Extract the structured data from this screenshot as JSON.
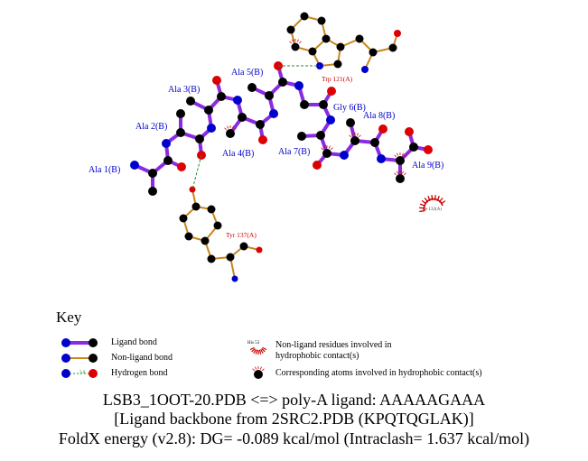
{
  "residues": {
    "ligand": [
      "Ala 1(B)",
      "Ala 2(B)",
      "Ala 3(B)",
      "Ala 4(B)",
      "Ala 5(B)",
      "Gly 6(B)",
      "Ala 7(B)",
      "Ala 8(B)",
      "Ala 9(B)"
    ],
    "protein": [
      "Trp 121(A)",
      "Tyr 137(A)",
      "Ile 132(A)"
    ]
  },
  "key": {
    "title": "Key",
    "ligand_bond": "Ligand bond",
    "nonligand_bond": "Non-ligand bond",
    "hbond": "Hydrogen bond",
    "hbond_sample": "3.0",
    "hydrophobic_residue_sample": "His 53",
    "hydrophobic_residues": "Non-ligand residues involved in hydrophobic contact(s)",
    "hydrophobic_atoms": "Corresponding atoms involved in hydrophobic contact(s)"
  },
  "caption": {
    "line1": "LSB3_1OOT-20.PDB <=> poly-A ligand: AAAAAGAAA",
    "line2": "[Ligand backbone from 2SRC2.PDB (KPQTQGLAK)]",
    "line3": "FoldX energy (v2.8): DG= -0.089 kcal/mol (Intraclash= 1.637 kcal/mol)"
  },
  "colors": {
    "ligand": "#8a2be2",
    "nonligand": "#c8861e",
    "C": "#000000",
    "N": "#0000cc",
    "O": "#dd0000",
    "hbond": "#2a8a2a",
    "hydrophobic": "#cc0000",
    "ligand_label": "#0000cc",
    "protein_label": "#cc0000"
  }
}
